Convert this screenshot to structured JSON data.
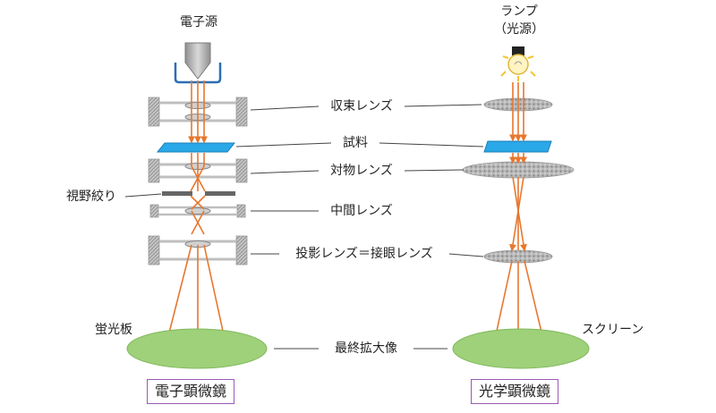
{
  "left_column": {
    "source_label": "電子源",
    "aperture_label": "視野絞り",
    "screen_label": "蛍光板",
    "caption": "電子顕微鏡"
  },
  "right_column": {
    "source_label_line1": "ランプ",
    "source_label_line2": "（光源）",
    "screen_label": "スクリーン",
    "caption": "光学顕微鏡"
  },
  "center_labels": {
    "condenser": "収束レンズ",
    "specimen": "試料",
    "objective": "対物レンズ",
    "intermediate": "中間レンズ",
    "projector": "投影レンズ＝接眼レンズ",
    "final_image": "最終拡大像"
  },
  "colors": {
    "ray": "#e8772e",
    "specimen": "#2aa8e8",
    "screen": "#9fd07a",
    "lens_light": "#9a9a9a",
    "frame": "#bfbfbf",
    "caption_border": "#9b59b6",
    "bulb_glow": "#f7d35a"
  }
}
